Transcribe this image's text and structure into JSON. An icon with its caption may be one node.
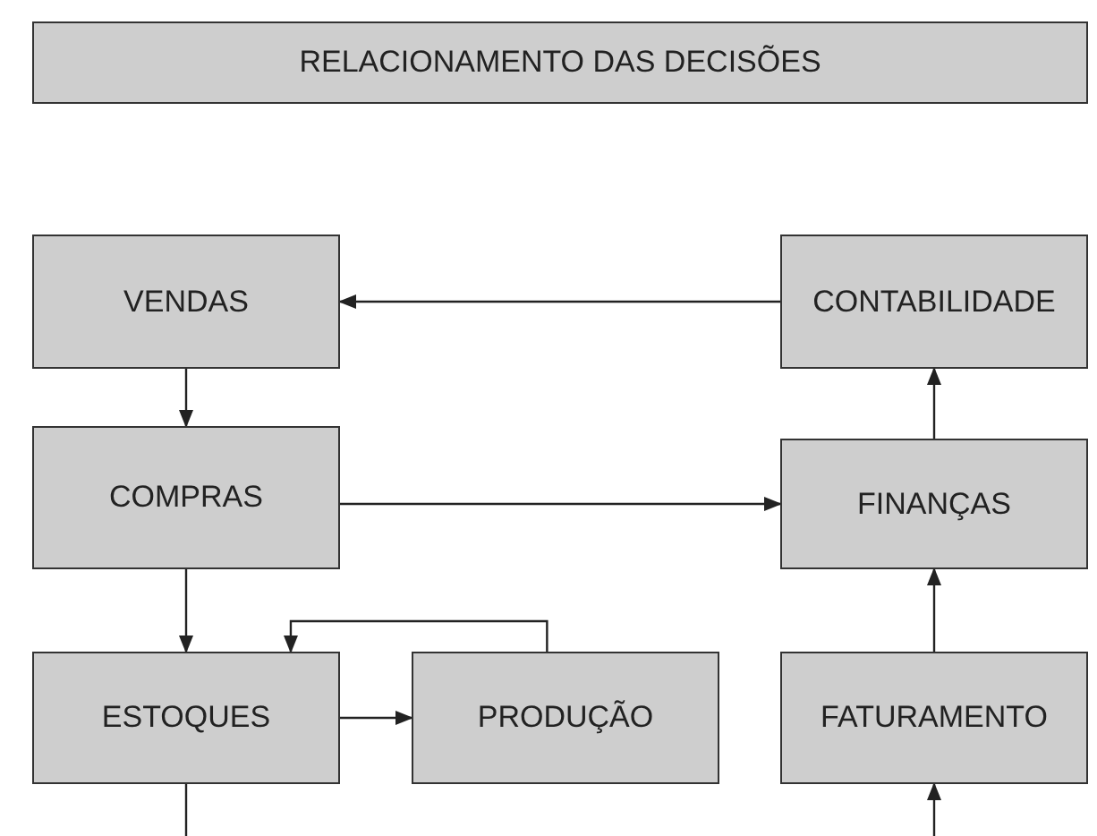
{
  "diagram": {
    "title": "RELACIONAMENTO DAS DECISÕES",
    "nodes": [
      {
        "text": [
          "VENDAS"
        ]
      },
      {
        "text": [
          "CONTABILIDADE"
        ]
      },
      {
        "text": [
          "COMPRAS"
        ]
      },
      {
        "text": [
          "FINANÇAS"
        ]
      },
      {
        "text": [
          "ESTOQUES"
        ]
      },
      {
        "text": [
          "PRODUÇÃO"
        ]
      },
      {
        "text": [
          "FATURAMENTO"
        ]
      }
    ],
    "edges": [
      {
        "from": 1,
        "to": 0,
        "arrow": "to"
      },
      {
        "from": 0,
        "to": 2,
        "arrow": "to"
      },
      {
        "from": 2,
        "to": 3,
        "arrow": "to"
      },
      {
        "from": 3,
        "to": 1,
        "arrow": "to"
      },
      {
        "from": 2,
        "to": 4,
        "arrow": "to"
      },
      {
        "from": 4,
        "to": 5,
        "arrow": "to"
      },
      {
        "from": 5,
        "to": 4,
        "arrow": "to"
      },
      {
        "from": null,
        "to": 6,
        "arrow": "to"
      },
      {
        "from": 6,
        "to": 3,
        "arrow": "to"
      },
      {
        "from": 4,
        "to": null,
        "arrow": "none"
      }
    ]
  }
}
